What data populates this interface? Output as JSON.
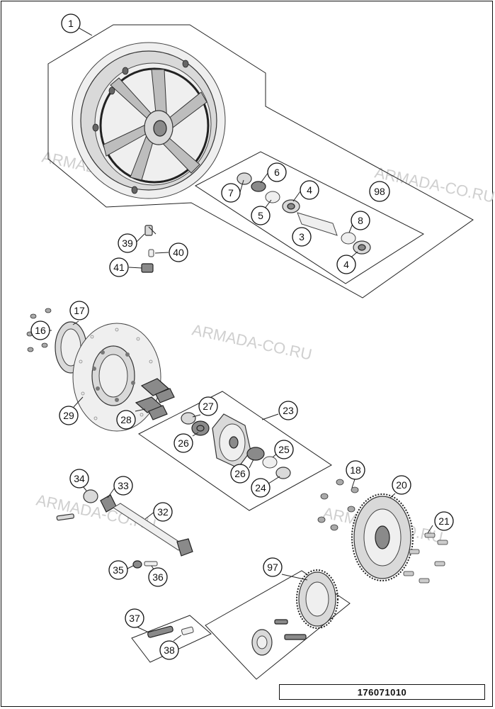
{
  "diagram": {
    "reference_number": "176071010",
    "watermarks": [
      "ARMADA-CO.RU",
      "ARMADA-CO.RU",
      "ARMADA-CO.RU",
      "ARMADA-CO.RU",
      "ARMADA-CO.RU"
    ],
    "callouts": [
      "1",
      "6",
      "7",
      "4",
      "98",
      "5",
      "8",
      "3",
      "4",
      "39",
      "40",
      "41",
      "17",
      "16",
      "29",
      "28",
      "27",
      "23",
      "26",
      "25",
      "26",
      "24",
      "18",
      "20",
      "34",
      "33",
      "32",
      "21",
      "97",
      "35",
      "36",
      "37",
      "38"
    ]
  }
}
